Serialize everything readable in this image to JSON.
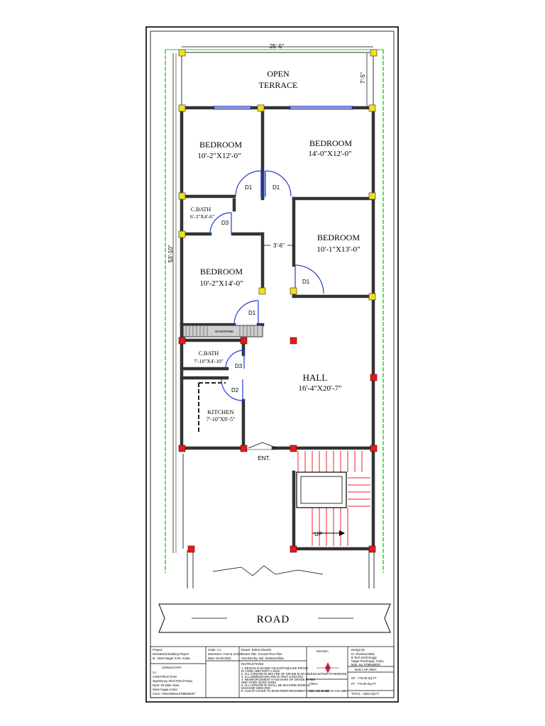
{
  "plan": {
    "overall_width": "25'-5\"",
    "overall_depth": "53'-10\"",
    "terrace_depth": "7'-5\"",
    "passage_width": "3'-6\"",
    "entrance": "ENT.",
    "stair_up": "UP",
    "road": "ROAD",
    "wardrobe": "WARDROBE"
  },
  "rooms": {
    "terrace": {
      "line1": "OPEN",
      "line2": "TERRACE"
    },
    "bed_top_left": {
      "name": "BEDROOM",
      "size": "10'-2\"X12'-0\""
    },
    "bed_top_right": {
      "name": "BEDROOM",
      "size": "14'-0\"X12'-0\""
    },
    "cbath_upper": {
      "name": "C.BATH",
      "size": "6'-3\"X4'-6\""
    },
    "bed_mid_right": {
      "name": "BEDROOM",
      "size": "10'-1\"X13'-0\""
    },
    "bed_mid_left": {
      "name": "BEDROOM",
      "size": "10'-2\"X14'-0\""
    },
    "cbath_lower": {
      "name": "C.BATH",
      "size": "7'-10\"X4'-10\""
    },
    "hall": {
      "name": "HALL",
      "size": "16'-4\"X20'-7\""
    },
    "kitchen": {
      "name": "KITCHEN",
      "size": "7'-10\"X9'-5\""
    }
  },
  "doors": {
    "d1_a": "D1",
    "d1_b": "D1",
    "d1_c": "D1",
    "d1_d": "D1",
    "d3_a": "D3",
    "d3_b": "D3",
    "d2": "D2"
  },
  "title_block": {
    "project_head": "Project:",
    "project_line1": "Residential Building Project",
    "project_line2": "at : Islam Nagar in Dt. Araria",
    "consultant_head": "CONSULTANT",
    "consultant_org1": "S.I",
    "consultant_org2": "CONSTRUCTION",
    "consultant_addr1": "Opp-Bunny Shell Petrol Pump,",
    "consultant_addr2": "Near- Dr.Sabir Alam,",
    "consultant_addr3": "Islam Nagar,Araria",
    "consultant_contact": "Conn:-7352436818,8789636037",
    "scale": "Scale: 1:1",
    "dimension": "Dimension: Feet & Inches",
    "date": "Date: 04-09-2022",
    "drawn": "Drawn- Rahat Shamim",
    "drawing_title": "Drawn Title- Ground Floor Plan",
    "checked": "Checked By- Md. Shahzad Bhat",
    "instructions_head": "INSTRUCTIONS",
    "instr": [
      "1. DESIGN IS BASED ON EARTHQUAKE PROOF",
      "   IS CODE 1893 PART 1-2016",
      "2. ALL CONCRETE MIX ARE OF GRADE M-20 UNLESS NOTED OTHERWISE",
      "3. ALL DIMENSIONS ARE IN FEET & INCHES",
      "4. REINFORCEMENT HYSD BARS OF GRADE Fe-500",
      "   ONE STEEL BARS SIZES",
      "5. ALL CONCRETE SHALL BE MACHINE MIXED &",
      "   MACHINE VIBRATED",
      "6. CLEAR COVER TO MAIN REINFORCEMENT SHALL BE 40MM IN COLUMN"
    ],
    "direction_head": "Direction",
    "client_head": "Client:",
    "client_name": "MD YASIN .SB",
    "design_head": "Design By",
    "design_l1": "Er. Shahzad Bhat",
    "design_l2": "B.Tech (Civil Engg)",
    "design_l3": "Nagar Panchayat, Araria",
    "design_l4": "Mob. No. 8789636037",
    "built_up_head": "BUILT UP AREA",
    "gf_area": "GF : 776.00 SQ.FT",
    "ff_area": "FF : 776.00 SQ.FT",
    "total_area": "TOTAL : 1552 SQ.FT"
  }
}
